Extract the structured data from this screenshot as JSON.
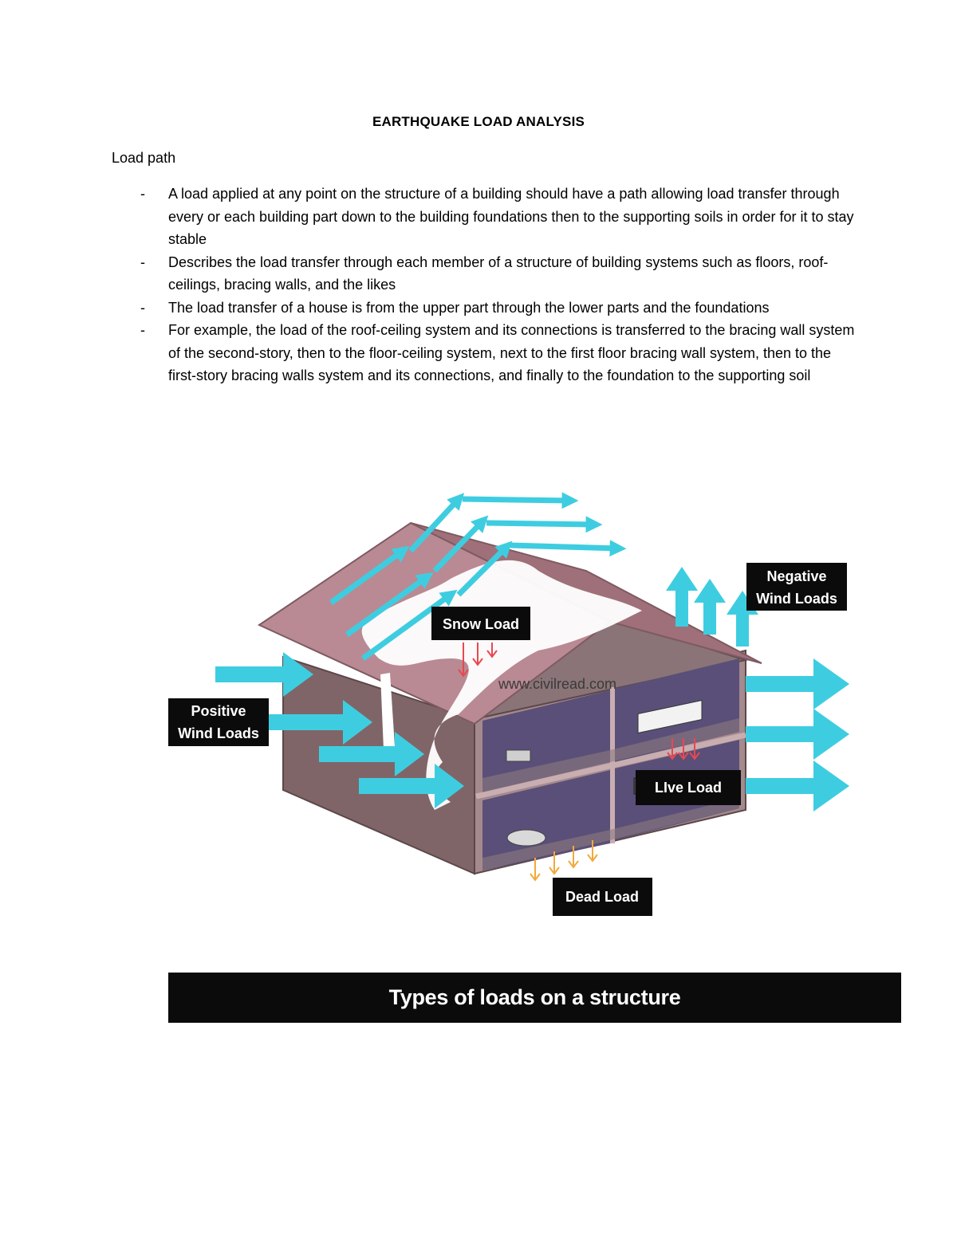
{
  "document": {
    "title": "EARTHQUAKE LOAD ANALYSIS",
    "section_heading": "Load path",
    "bullet_marker": "-",
    "bullets": [
      "A load applied at any point on the structure of a building should have a path allowing load transfer through every or each building part down to the building foundations then to the supporting soils in order for it to stay stable",
      "Describes the load transfer through each member of a structure of building systems such as floors, roof-ceilings, bracing walls, and the likes",
      "The load transfer of a house is from the upper part through the lower parts and the foundations",
      "For example, the load of the roof-ceiling system and its connections is transferred to the bracing wall system of the second-story, then to the floor-ceiling system, next to the first floor bracing wall system, then to the first-story bracing walls system and its connections, and finally to the foundation to the supporting soil"
    ]
  },
  "figure": {
    "labels": {
      "positive_wind_line1": "Positive",
      "positive_wind_line2": "Wind Loads",
      "negative_wind_line1": "Negative",
      "negative_wind_line2": "Wind Loads",
      "snow_load": "Snow Load",
      "live_load": "LIve Load",
      "dead_load": "Dead Load",
      "watermark": "www.civilread.com"
    },
    "caption": "Types of loads on a structure",
    "colors": {
      "wind_arrow": "#3ecde0",
      "snow_arrow": "#e8484f",
      "live_arrow": "#e8484f",
      "dead_arrow": "#f2a93b",
      "roof": "#b98a93",
      "wall": "#806568",
      "interior": "#5a4f78",
      "label_bg": "#0b0b0b"
    }
  }
}
